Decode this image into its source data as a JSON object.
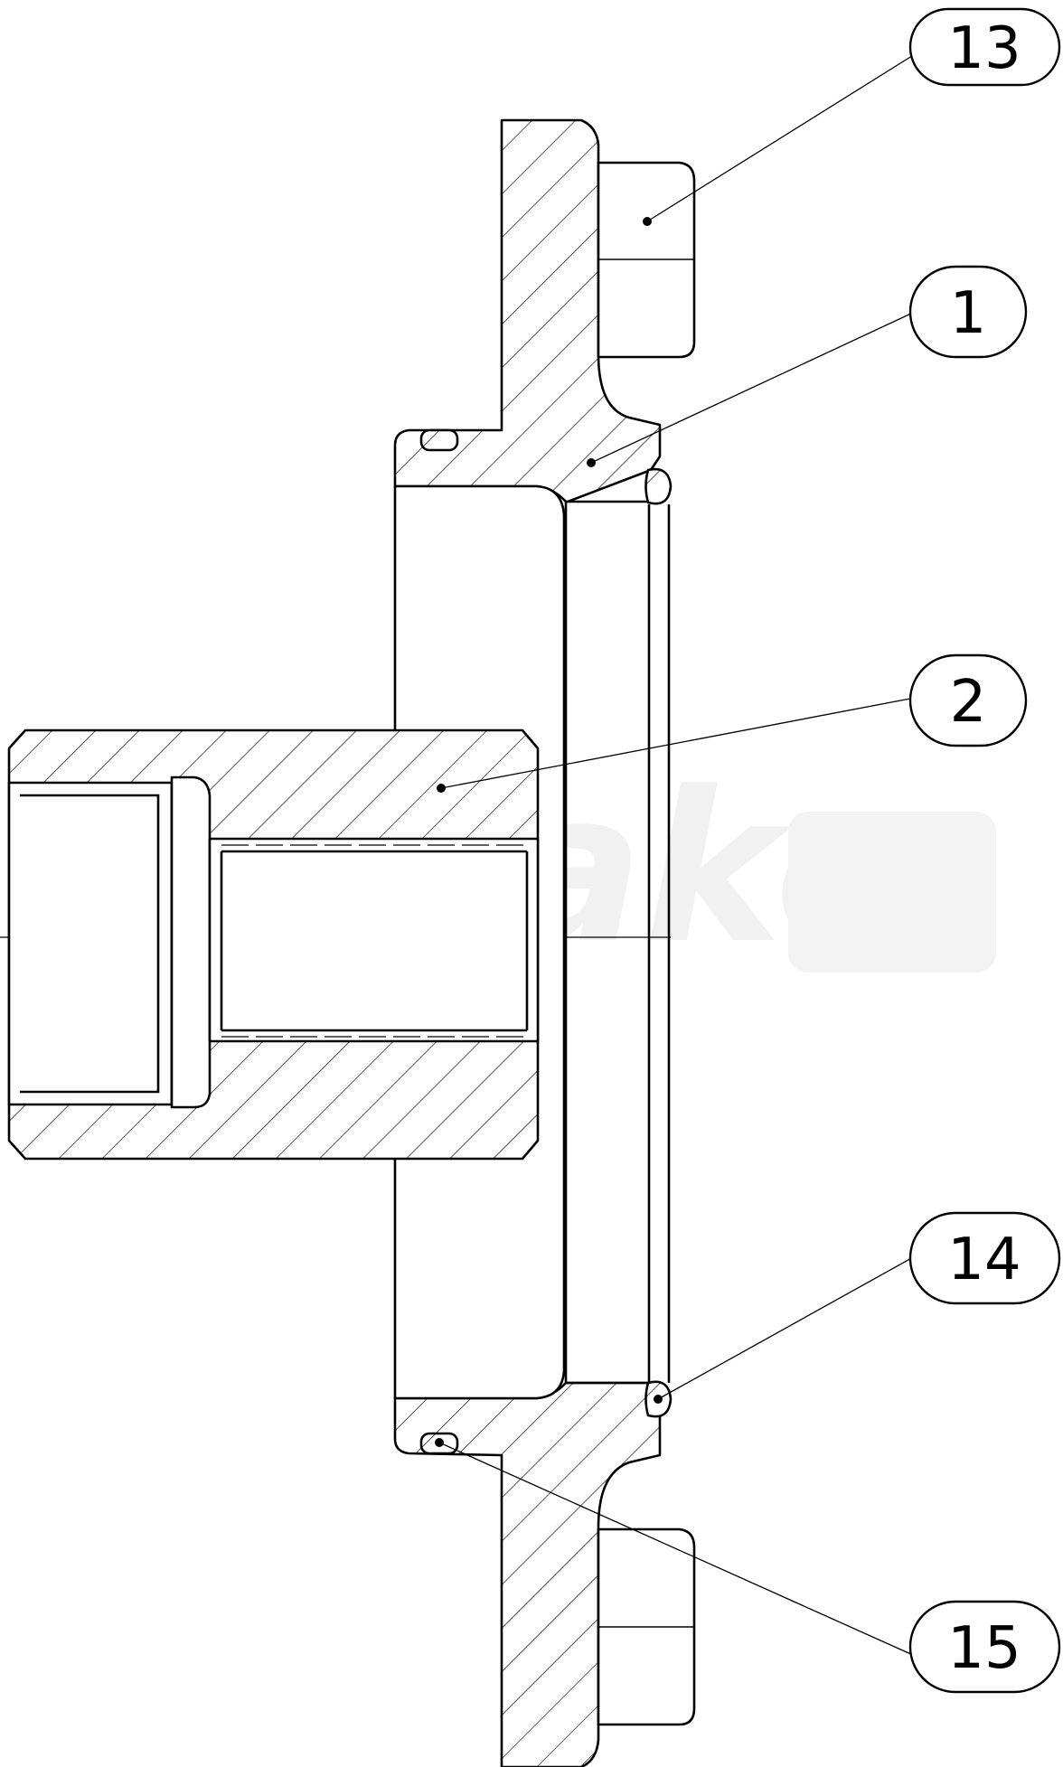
{
  "watermark": {
    "text": "Wibako"
  },
  "balloons": [
    {
      "id": "b13",
      "label": "13"
    },
    {
      "id": "b1",
      "label": "1"
    },
    {
      "id": "b2",
      "label": "2"
    },
    {
      "id": "b14",
      "label": "14"
    },
    {
      "id": "b15",
      "label": "15"
    }
  ]
}
